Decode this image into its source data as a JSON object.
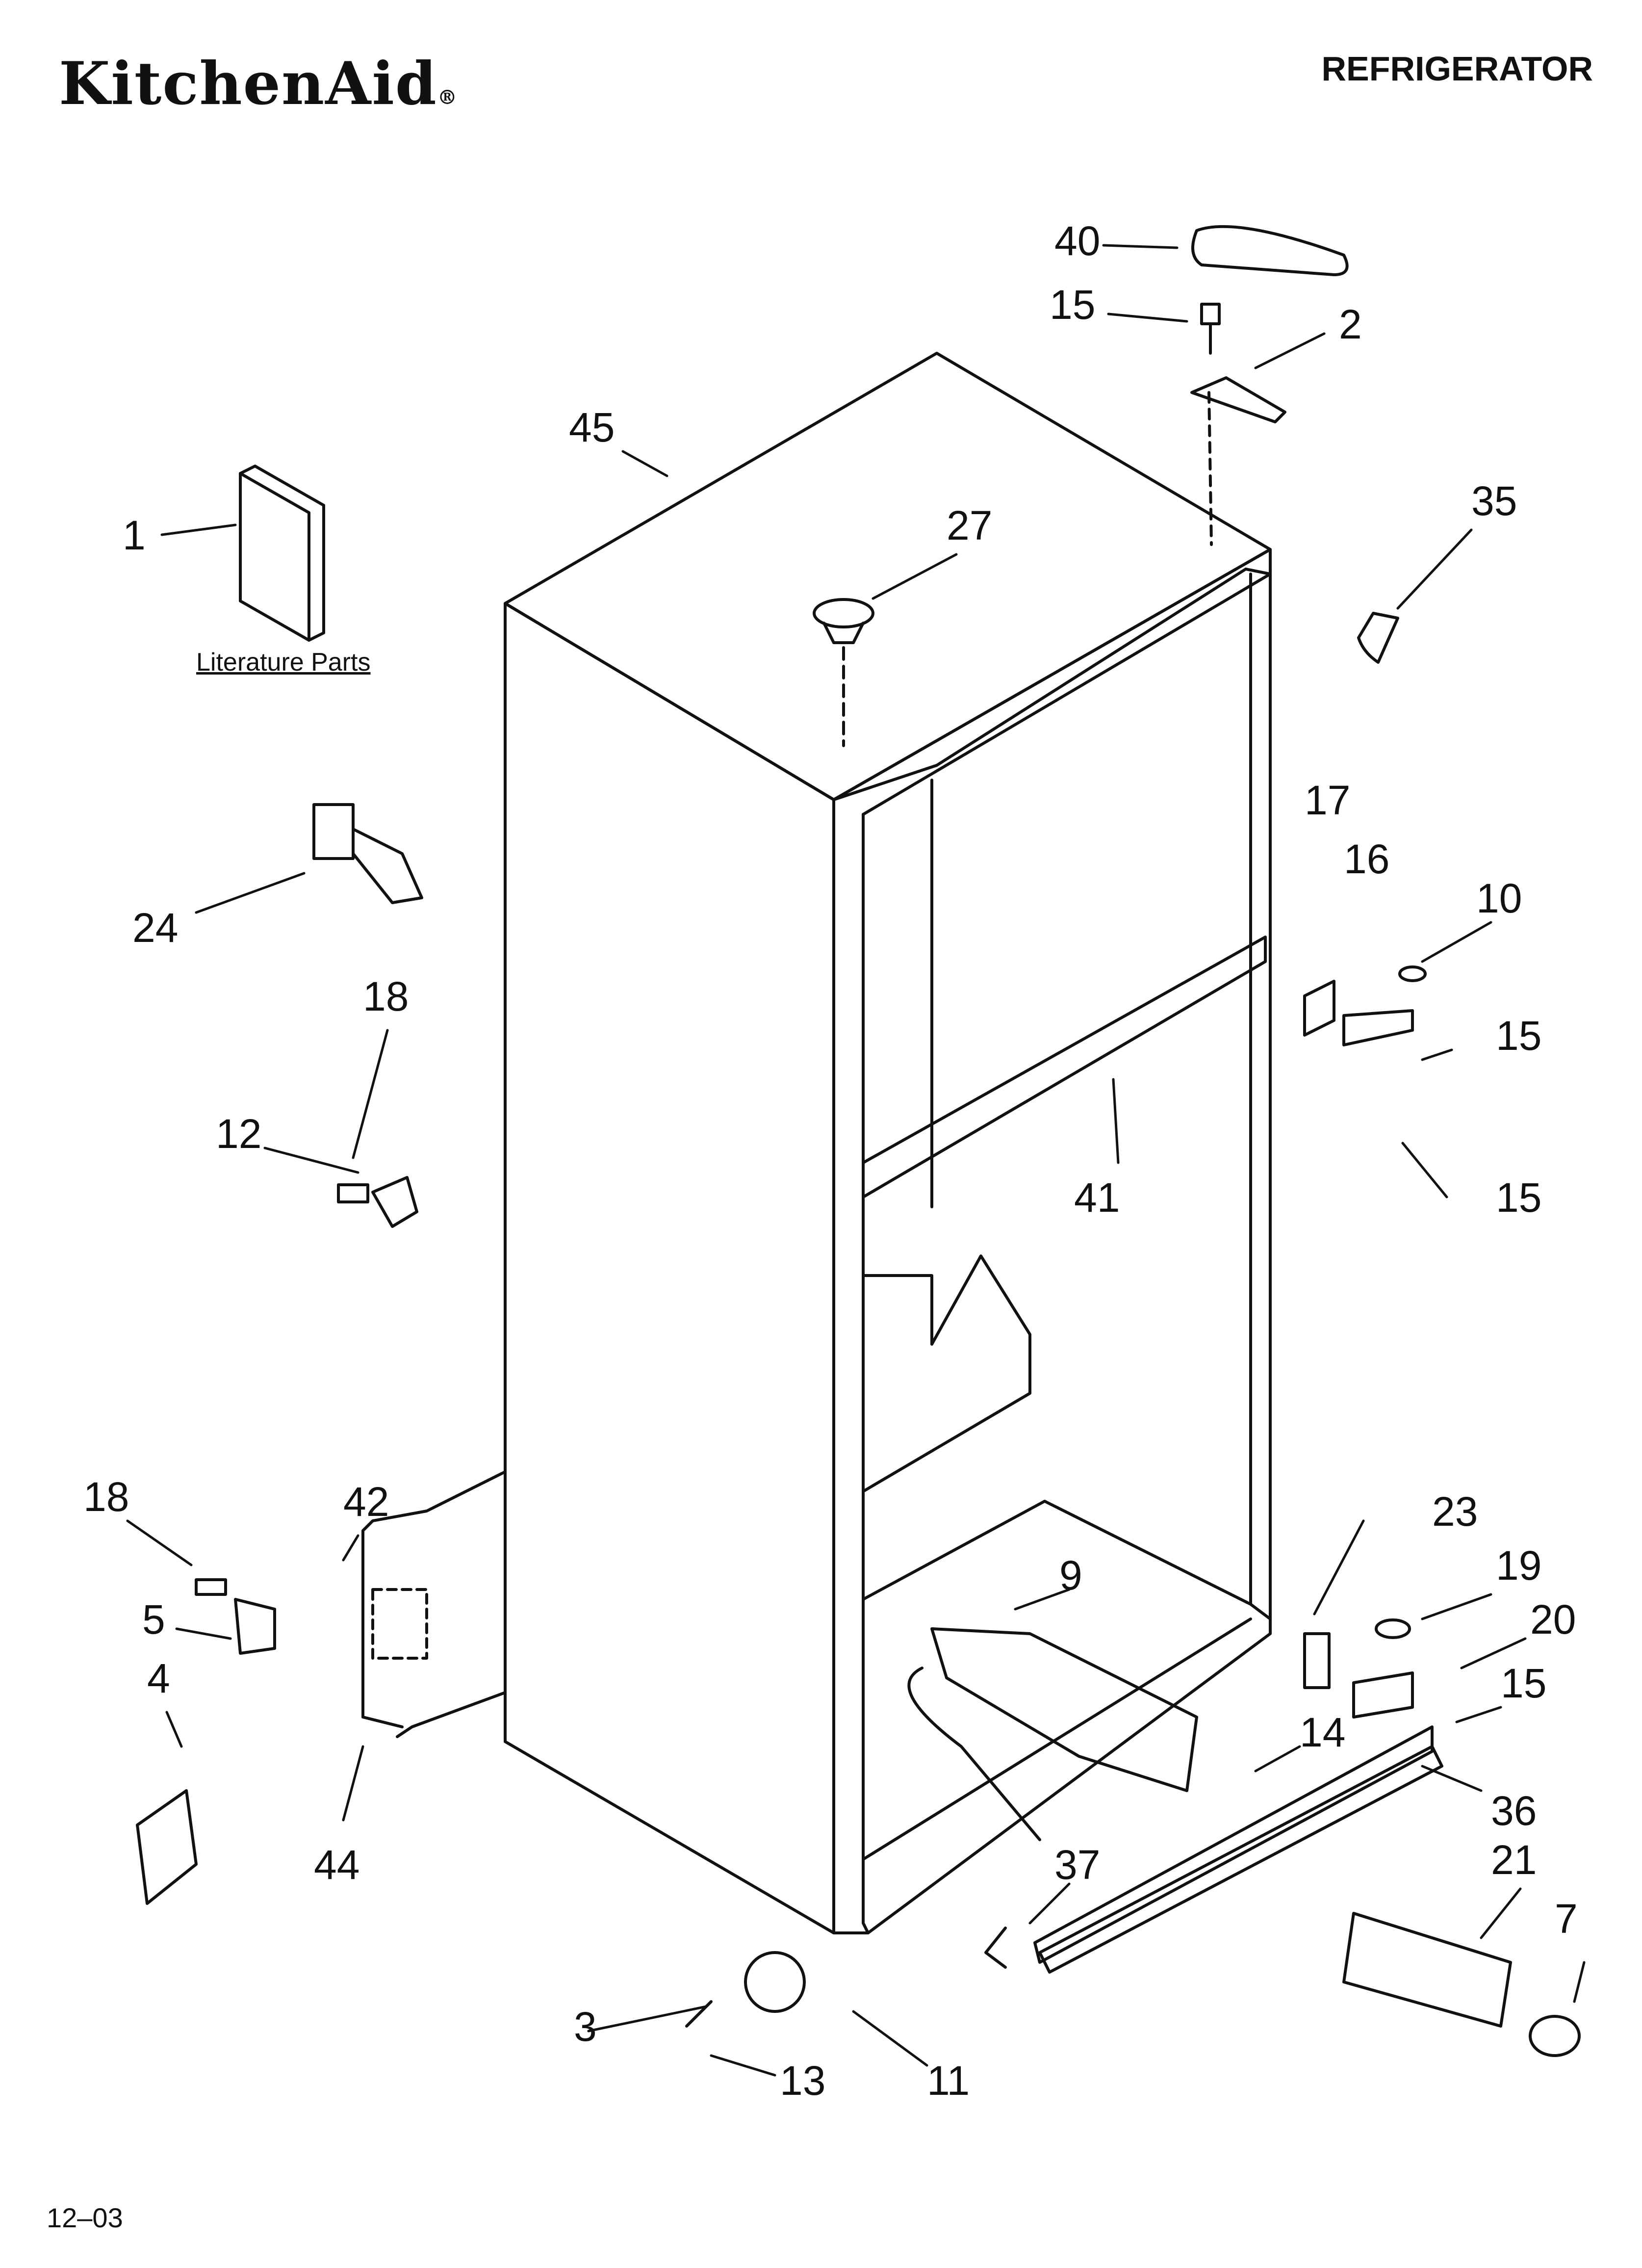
{
  "header": {
    "brand": "KitchenAid",
    "registered_mark": "®",
    "title": "REFRIGERATOR"
  },
  "footer": {
    "code": "12–03"
  },
  "labels": {
    "literature_parts": "Literature Parts"
  },
  "callouts": [
    "40",
    "15",
    "2",
    "45",
    "35",
    "1",
    "27",
    "17",
    "16",
    "10",
    "24",
    "18",
    "15",
    "12",
    "41",
    "15",
    "18",
    "42",
    "23",
    "19",
    "9",
    "20",
    "5",
    "15",
    "4",
    "14",
    "36",
    "37",
    "21",
    "44",
    "7",
    "3",
    "13",
    "11"
  ]
}
